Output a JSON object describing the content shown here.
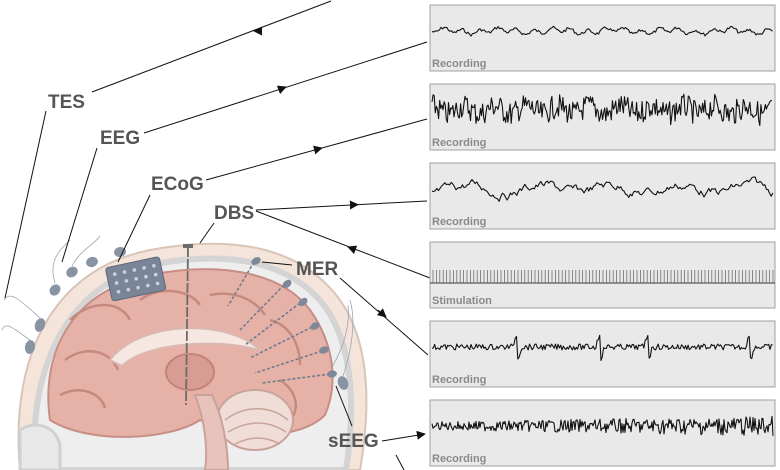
{
  "labels": {
    "tes": "TES",
    "eeg": "EEG",
    "ecog": "ECoG",
    "dbs": "DBS",
    "mer": "MER",
    "seeg": "sEEG"
  },
  "panels": [
    {
      "label": "Recording",
      "kind": "recording",
      "style": "eeg-smooth"
    },
    {
      "label": "Recording",
      "kind": "recording",
      "style": "ecog-dense"
    },
    {
      "label": "Recording",
      "kind": "recording",
      "style": "lfp-slow"
    },
    {
      "label": "Stimulation",
      "kind": "stimulation",
      "style": "pulse-train"
    },
    {
      "label": "Recording",
      "kind": "recording",
      "style": "spikes"
    },
    {
      "label": "Recording",
      "kind": "recording",
      "style": "seeg-dense"
    }
  ],
  "colors": {
    "panel_fill": "#e9e9e9",
    "panel_stroke": "#a0a0a0",
    "label": "#555555",
    "panel_label": "#8a8a8a",
    "trace": "#111111",
    "skin": "#f3e2d8",
    "brain": "#e8b7ad",
    "electrode": "#6e7a8a"
  }
}
